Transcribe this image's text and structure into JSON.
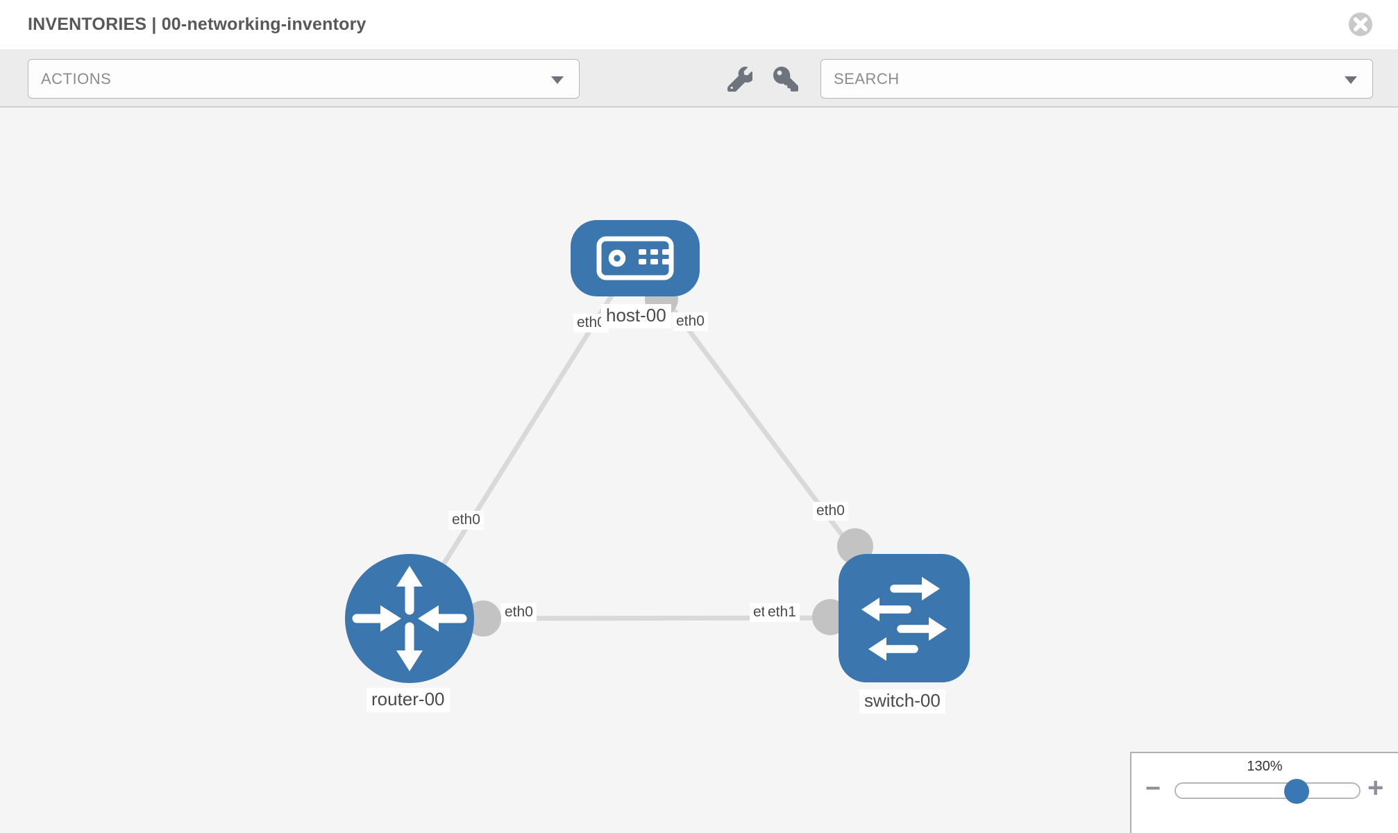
{
  "header": {
    "title": "INVENTORIES | 00-networking-inventory"
  },
  "toolbar": {
    "actions_placeholder": "ACTIONS",
    "search_placeholder": "SEARCH"
  },
  "topology": {
    "nodes": [
      {
        "type": "host",
        "label": "host-00"
      },
      {
        "type": "router",
        "label": "router-00"
      },
      {
        "type": "switch",
        "label": "switch-00"
      }
    ],
    "links": [
      {
        "from": "host-00",
        "to": "router-00",
        "from_interface": "eth0",
        "to_interface": "eth0"
      },
      {
        "from": "host-00",
        "to": "switch-00",
        "from_interface": "eth0",
        "to_interface": "eth0"
      },
      {
        "from": "router-00",
        "to": "switch-00",
        "from_interface": "eth0",
        "to_interface": "eth1",
        "to_interface_overlapped": "eth0"
      }
    ]
  },
  "zoom_control": {
    "level": "130%",
    "minus_label": "−",
    "plus_label": "+"
  },
  "colors": {
    "node_blue": "#3b76af",
    "link_gray": "#d9d9d9",
    "port_gray": "#c3c3c3"
  }
}
